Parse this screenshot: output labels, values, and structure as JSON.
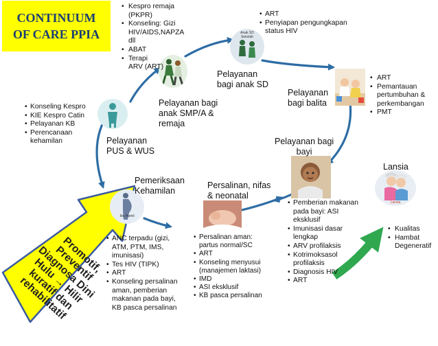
{
  "title": [
    "CONTINUUM",
    "OF CARE PPIA"
  ],
  "stages": {
    "pus_wus": [
      "Pelayanan",
      "PUS & WUS"
    ],
    "remaja": [
      "Pelayanan bagi",
      "anak SMP/A &",
      "remaja"
    ],
    "anak_sd": [
      "Pelayanan",
      "bagi  anak SD"
    ],
    "balita": [
      "Pelayanan",
      "bagi  balita"
    ],
    "bayi": [
      "Pelayanan bagi",
      "bayi"
    ],
    "lansia": [
      "Lansia"
    ],
    "kehamilan": [
      "Pemeriksaan",
      "Kehamilan"
    ],
    "persalinan": [
      "Persalinan, nifas",
      "& neonatal"
    ]
  },
  "lists": {
    "pus_wus": [
      [
        "Konseling Kespro"
      ],
      [
        "KIE Kespro Catin"
      ],
      [
        "Pelayanan KB"
      ],
      [
        "Perencanaan",
        "kehamilan"
      ]
    ],
    "remaja": [
      [
        "Kespro remaja",
        "(PKPR)"
      ],
      [
        "Konseling: Gizi",
        "HIV/AIDS,NAPZA",
        "dll"
      ],
      [
        "ABAT"
      ],
      [
        "Terapi",
        "ARV (ART)"
      ]
    ],
    "anak_sd": [
      [
        "ART"
      ],
      [
        "Penyiapan pengungkapan",
        "status HIV"
      ]
    ],
    "balita": [
      [
        "ART"
      ],
      [
        "Pemantauan",
        "pertumbuhan &",
        "perkembangan"
      ],
      [
        "PMT"
      ]
    ],
    "bayi": [
      [
        "Pemberian makanan",
        "pada bayi: ASI",
        "eksklusif"
      ],
      [
        "Imunisasi dasar",
        "lengkap"
      ],
      [
        "ARV profilaksis"
      ],
      [
        "Kotrimoksasol",
        "profilaksis"
      ],
      [
        "Diagnosis HIV"
      ],
      [
        "ART"
      ]
    ],
    "lansia": [
      [
        "Kualitas"
      ],
      [
        "Hambat",
        "Degeneratif"
      ]
    ],
    "kehamilan": [
      [
        "ANC terpadu (gizi,",
        "ATM, PTM, IMS,",
        "imunisasi)"
      ],
      [
        "Tes HIV (TIPK)"
      ],
      [
        "ART"
      ],
      [
        "Konseling persalinan",
        "aman, pemberian",
        "makanan pada bayi,",
        "KB pasca persalinan"
      ]
    ],
    "persalinan": [
      [
        "Persalinan aman:",
        "partus normal/SC"
      ],
      [
        "ART"
      ],
      [
        "Konseling menyusui",
        "(manajemen laktasi)"
      ],
      [
        "IMD"
      ],
      [
        "ASI eksklusif"
      ],
      [
        "KB pasca persalinan"
      ]
    ]
  },
  "promo": [
    "Promotif,",
    "Preventif",
    "Diagnosa Dini",
    "Hulu → Hilir",
    "kuratif dan",
    "rehabilitatif"
  ],
  "image_captions": {
    "anak_sd": [
      "Anak SD",
      "Sekolah"
    ],
    "kehamilan": "Ibu Hamil",
    "lansia": "Lansia"
  },
  "colors": {
    "title_bg": "#ffff00",
    "title_text": "#1a3e74",
    "cycle_arrow": "#2e6da4",
    "promo_arrow": "#ffff00",
    "promo_outline": "#3b5aa0",
    "lansia_arrow": "#2fa84f"
  }
}
